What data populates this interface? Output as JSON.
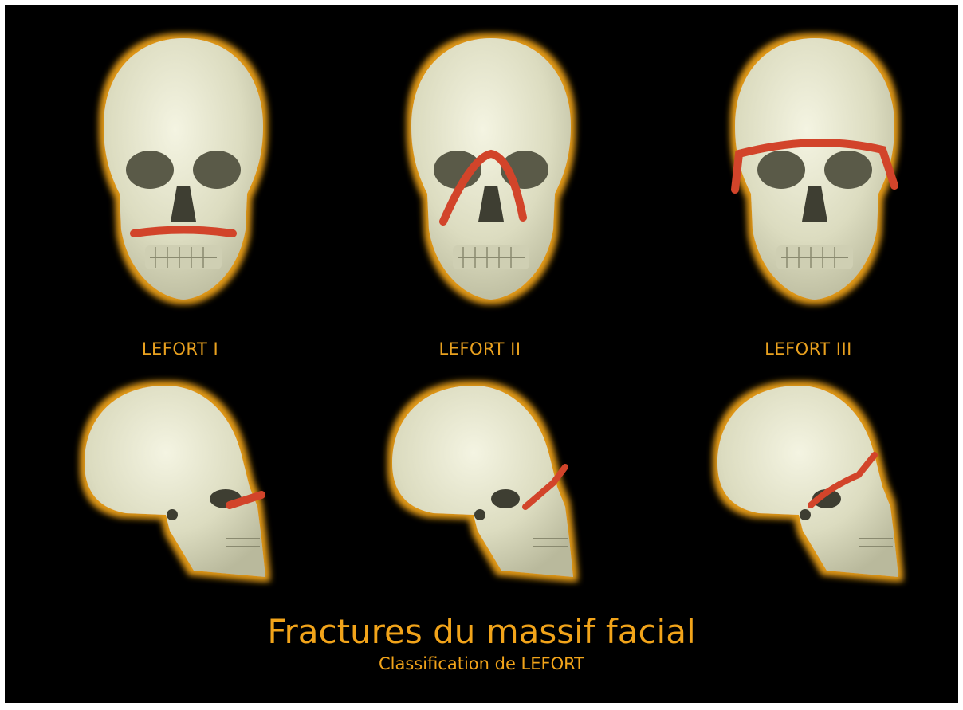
{
  "title": "Fractures du massif facial",
  "subtitle": "Classification de LEFORT",
  "panels": [
    {
      "label": "LEFORT I"
    },
    {
      "label": "LEFORT II"
    },
    {
      "label": "LEFORT III"
    }
  ],
  "colors": {
    "background": "#000000",
    "text": "#f2a41a",
    "glow": "#e39a16",
    "bone": "#e6e6cc",
    "fracture_line": "#d2442a"
  }
}
